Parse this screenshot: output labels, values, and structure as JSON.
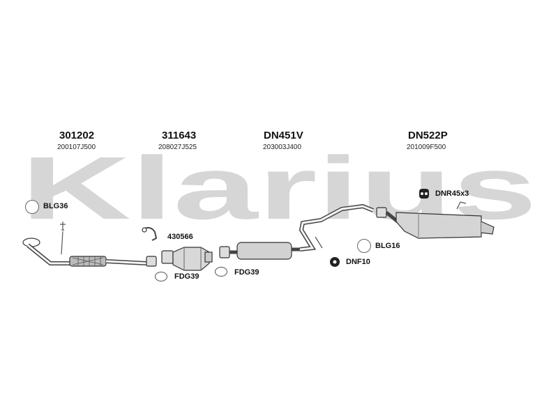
{
  "watermark": {
    "text": "Klarius"
  },
  "parts": [
    {
      "code": "301202",
      "oem": "200107J500"
    },
    {
      "code": "311643",
      "oem": "208027J525"
    },
    {
      "code": "DN451V",
      "oem": "203003J400"
    },
    {
      "code": "DN522P",
      "oem": "201009F500"
    }
  ],
  "fittings": {
    "blg36": "BLG36",
    "c430566": "430566",
    "fdg39_a": "FDG39",
    "fdg39_b": "FDG39",
    "dnr45x3": "DNR45x3",
    "blg16": "BLG16",
    "dnf10": "DNF10"
  },
  "colors": {
    "watermark": "#d6d6d6",
    "pipe_stroke": "#333333",
    "pipe_fill": "#eeeeee"
  }
}
